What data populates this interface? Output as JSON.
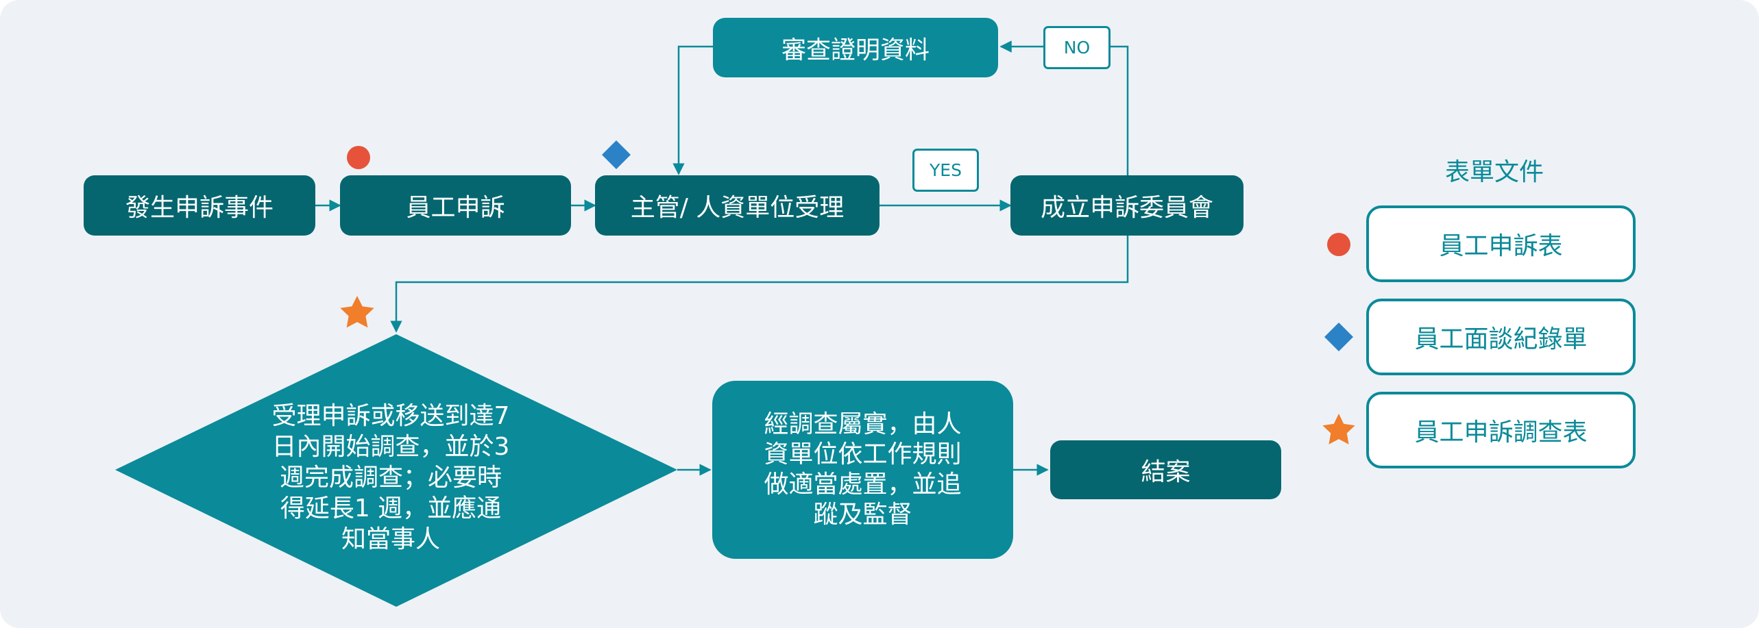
{
  "nodes": {
    "incident": "發生申訴事件",
    "employee_complaint": "員工申訴",
    "supervisor": "主管/ 人資單位受理",
    "committee": "成立申訴委員會",
    "review": "審查證明資料",
    "diamond_lines": [
      "受理申訴或移送到達7",
      "日內開始調查，並於3",
      "週完成調查；必要時",
      "得延長1 週，並應通",
      "知當事人"
    ],
    "process_lines": [
      "經調查屬實，由人",
      "資單位依工作規則",
      "做適當處置，並追",
      "蹤及監督"
    ],
    "close": "結案"
  },
  "edge_labels": {
    "yes": "YES",
    "no": "NO"
  },
  "legend": {
    "title": "表單文件",
    "items": [
      {
        "marker": "circle",
        "color": "#e6533a",
        "label": "員工申訴表"
      },
      {
        "marker": "diamond",
        "color": "#2b82c6",
        "label": "員工面談紀錄單"
      },
      {
        "marker": "star",
        "color": "#f07e2b",
        "label": "員工申訴調查表"
      }
    ]
  },
  "colors": {
    "node_dark": "#05666f",
    "node_mid": "#0b8a99",
    "connector": "#0b8a99",
    "background": "#eef2f6"
  }
}
